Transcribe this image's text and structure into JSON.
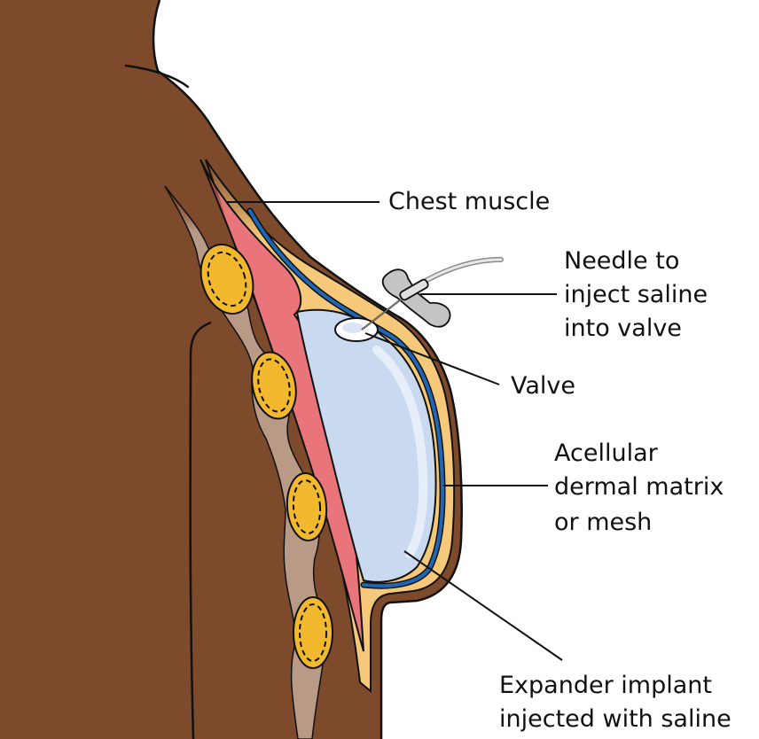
{
  "labels": {
    "chest_muscle": "Chest muscle",
    "needle": [
      "Needle to",
      "inject saline",
      "into valve"
    ],
    "valve": "Valve",
    "acellular": [
      "Acellular",
      "dermal matrix",
      "or mesh"
    ],
    "expander": [
      "Expander implant",
      "injected with saline"
    ]
  },
  "colors": {
    "skin": "#7d4a2b",
    "fat": "#f6c97a",
    "muscle": "#e9747a",
    "implant": "#c9daf0",
    "mesh": "#1f67b6",
    "lymph_node": "#f2b92f",
    "outline": "#111111"
  }
}
